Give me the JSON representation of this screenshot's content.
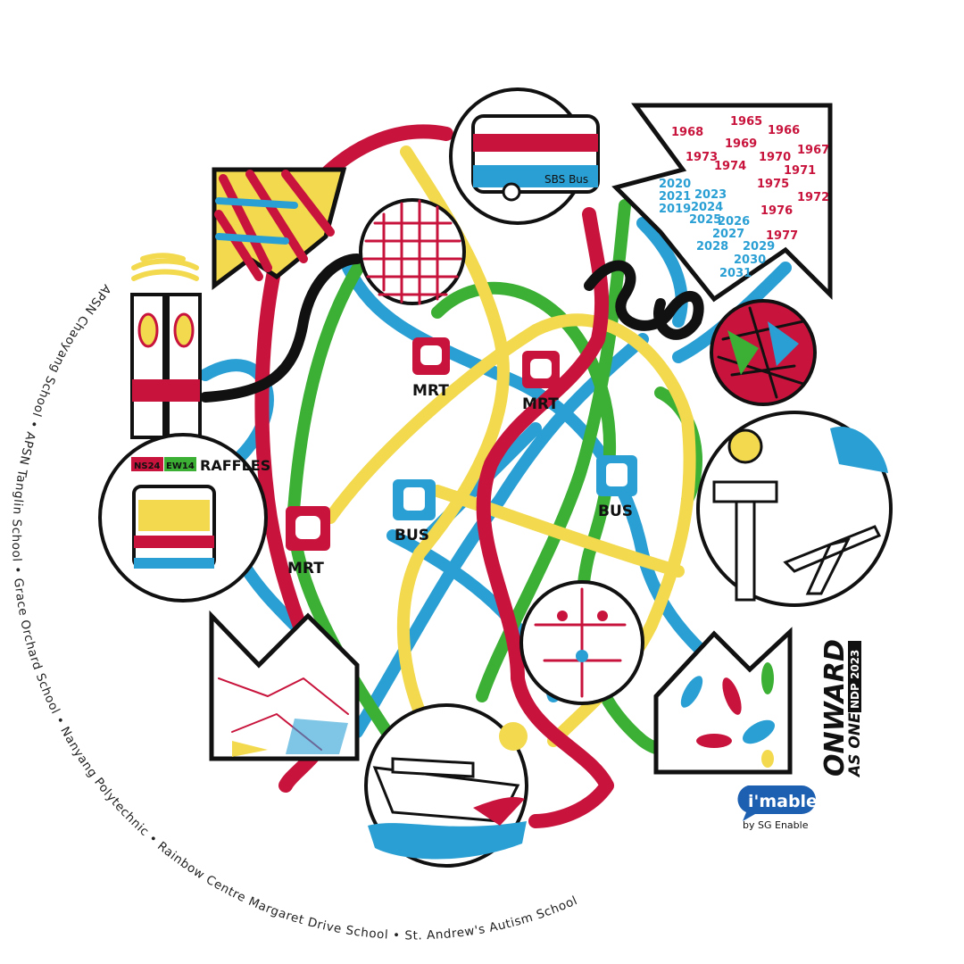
{
  "colors": {
    "red": "#c8143c",
    "yellow": "#f2d94e",
    "green": "#3bb034",
    "blue": "#2a9fd4",
    "black": "#111111"
  },
  "badges": {
    "mrt": "MRT",
    "bus": "BUS"
  },
  "train": {
    "code1": "NS24",
    "code2": "EW14",
    "station": "RAFFLES"
  },
  "bus": {
    "operator": "SBS Bus"
  },
  "years": {
    "red": [
      "1968",
      "1965",
      "1966",
      "1967",
      "1973",
      "1969",
      "1970",
      "1971",
      "1974",
      "1975",
      "1972",
      "1976",
      "1977"
    ],
    "blue": [
      "2020",
      "2021",
      "2019",
      "2023",
      "2024",
      "2025",
      "2026",
      "2027",
      "2028",
      "2029",
      "2030",
      "2031"
    ]
  },
  "schools": [
    "APSN Chaoyang School",
    "APSN Tanglin School",
    "Grace Orchard School",
    "Nanyang Polytechnic",
    "Rainbow Centre Margaret Drive School",
    "St. Andrew's Autism School"
  ],
  "separator": " • ",
  "ndp": {
    "line1": "ONWARD",
    "line2": "AS ONE",
    "tag": "NDP 2023"
  },
  "imable": {
    "logo": "i'mable",
    "by": "by SG Enable"
  }
}
